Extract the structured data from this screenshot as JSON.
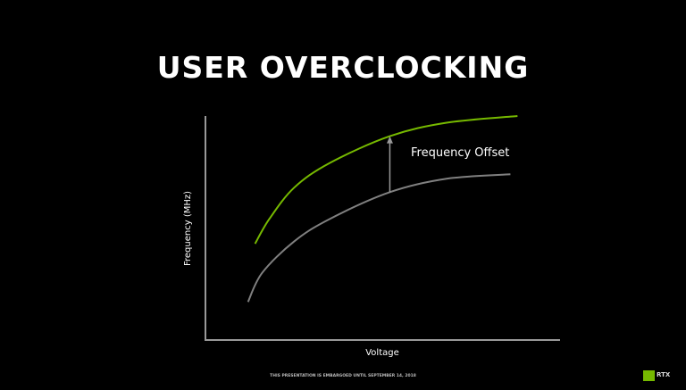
{
  "slide": {
    "title": "USER OVERCLOCKING",
    "footer": "THIS PRESENTATION IS EMBARGOED UNTIL SEPTEMBER 14, 2018",
    "logo_text": "RTX"
  },
  "chart_data": {
    "type": "line",
    "xlabel": "Voltage",
    "ylabel": "Frequency (MHz)",
    "xlim": [
      0,
      100
    ],
    "ylim": [
      0,
      100
    ],
    "grid": false,
    "ticks": false,
    "annotation": "Frequency Offset",
    "annotation_arrow": {
      "x": 52,
      "from_y": 66,
      "to_y": 91
    },
    "series": [
      {
        "color": "#76b900",
        "x": [
          14,
          18,
          25,
          35,
          52,
          68,
          88
        ],
        "y": [
          43,
          54,
          68,
          79,
          91,
          97,
          100
        ]
      },
      {
        "color": "#808080",
        "x": [
          12,
          16,
          25,
          35,
          52,
          68,
          86
        ],
        "y": [
          17,
          30,
          44,
          54,
          66,
          72,
          74
        ]
      }
    ]
  }
}
